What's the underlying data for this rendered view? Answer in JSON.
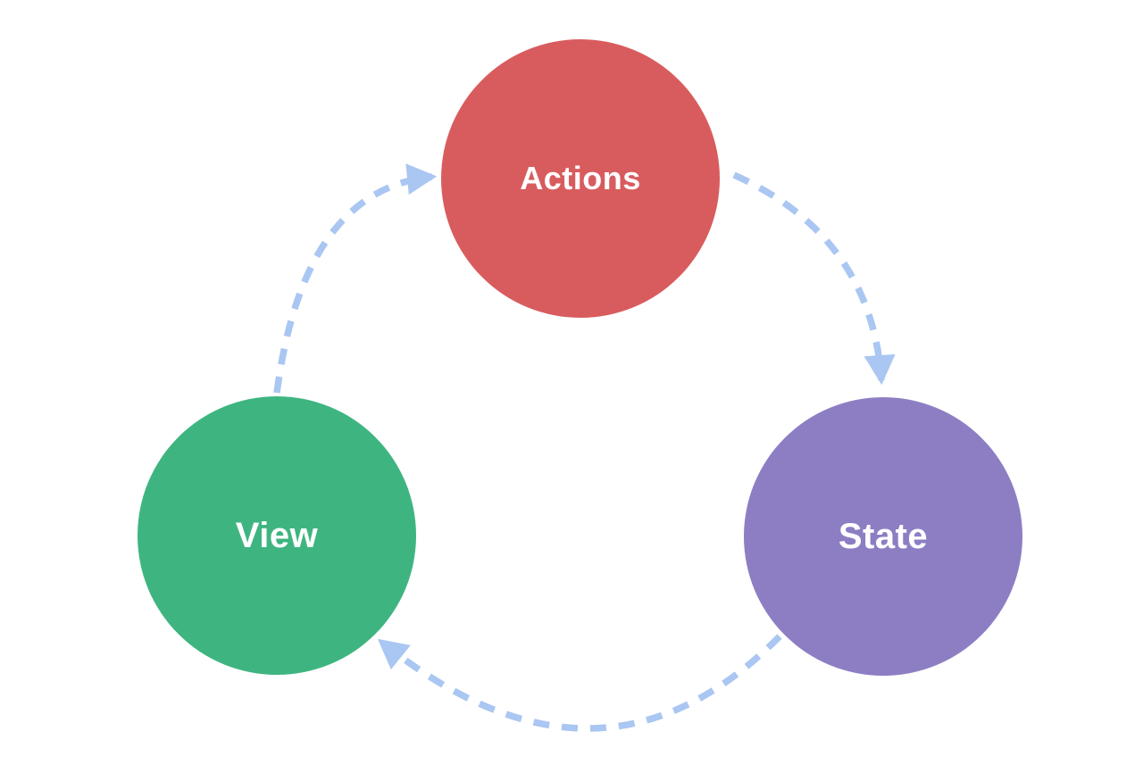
{
  "diagram": {
    "background": "#ffffff",
    "arrow_color": "#aac6f2",
    "arrow_style": "dashed",
    "flow": "circular-clockwise",
    "nodes": [
      {
        "id": "actions",
        "label": "Actions",
        "color": "#d85c5e",
        "text_color": "#ffffff"
      },
      {
        "id": "state",
        "label": "State",
        "color": "#8d7ec4",
        "text_color": "#ffffff"
      },
      {
        "id": "view",
        "label": "View",
        "color": "#3eb581",
        "text_color": "#ffffff"
      }
    ],
    "edges": [
      {
        "from": "Actions",
        "to": "State"
      },
      {
        "from": "State",
        "to": "View"
      },
      {
        "from": "View",
        "to": "Actions"
      }
    ]
  }
}
